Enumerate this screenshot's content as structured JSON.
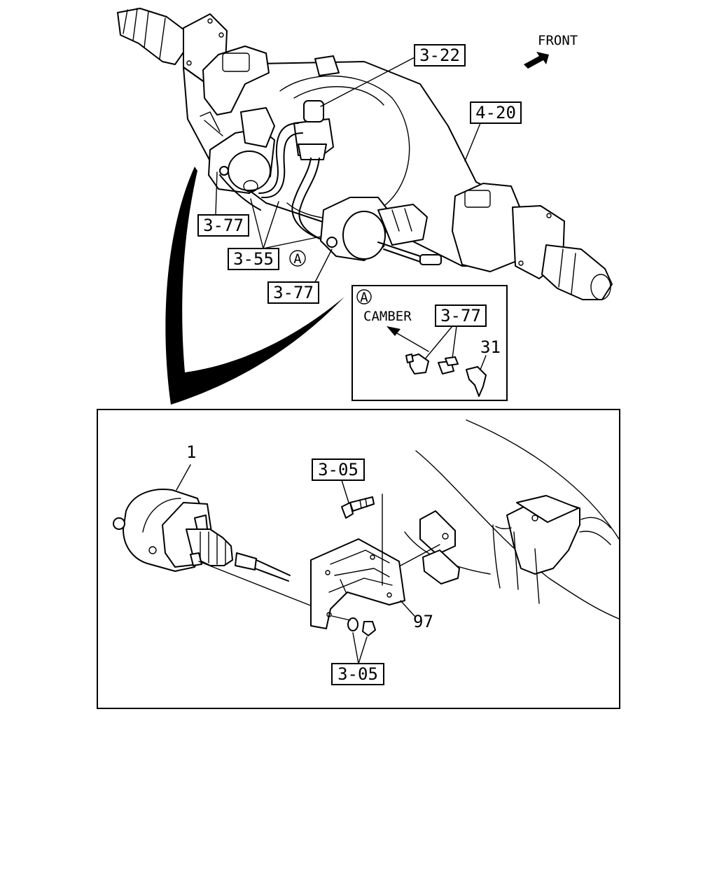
{
  "diagram": {
    "front_label": "FRONT",
    "detail_marker": "A",
    "detail_camber_label": "CAMBER",
    "callouts": {
      "c_3_22": "3-22",
      "c_4_20": "4-20",
      "c_3_77_a": "3-77",
      "c_3_55": "3-55",
      "c_3_77_b": "3-77",
      "c_3_77_detail": "3-77",
      "c_31": "31",
      "c_1": "1",
      "c_3_05_top": "3-05",
      "c_97": "97",
      "c_3_05_bottom": "3-05"
    }
  }
}
